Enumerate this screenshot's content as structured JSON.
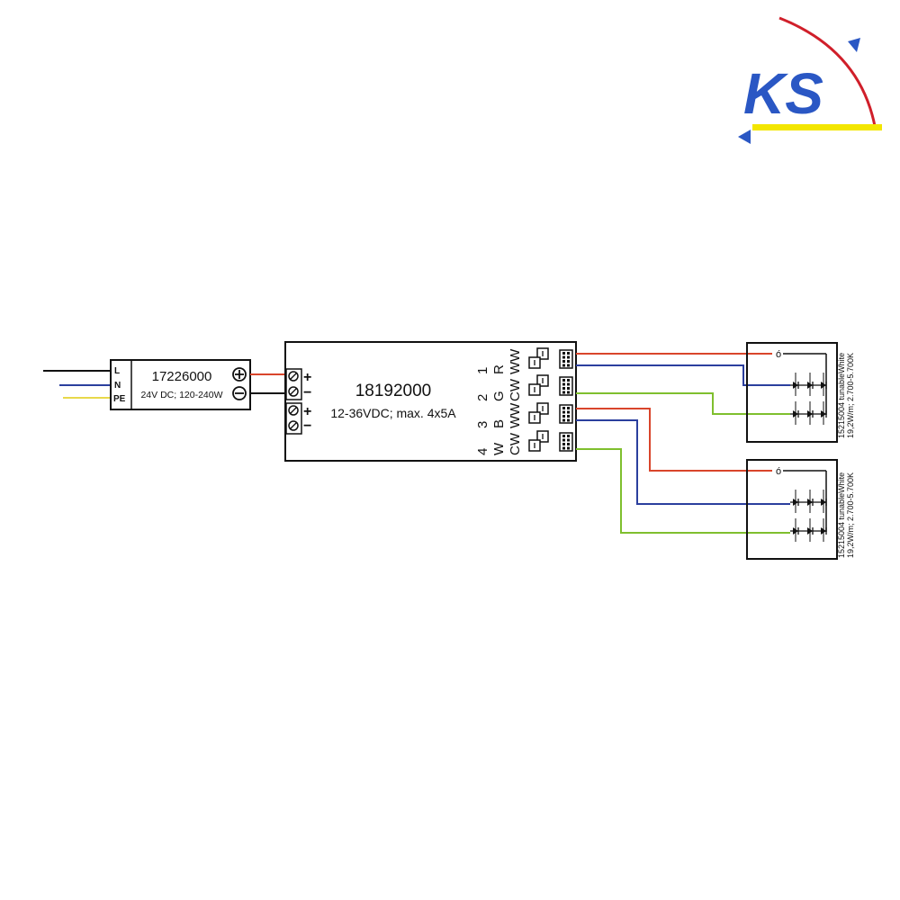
{
  "logo": {
    "text": "KS",
    "colors": {
      "primary": "#2a57c4",
      "arc": "#d01f2a",
      "bar": "#f3e600"
    }
  },
  "power_supply": {
    "part_number": "17226000",
    "spec": "24V DC; 120-240W",
    "inputs": [
      "L",
      "N",
      "PE"
    ],
    "outputs": [
      "+",
      "−"
    ]
  },
  "controller": {
    "part_number": "18192000",
    "spec": "12-36VDC; max. 4x5A",
    "terminal_signs": [
      "+",
      "−",
      "+",
      "−"
    ],
    "channels": [
      {
        "num": "1",
        "rgb": "R",
        "cct": "WW",
        "extra": ""
      },
      {
        "num": "2",
        "rgb": "G",
        "cct": "CW",
        "extra": ""
      },
      {
        "num": "3",
        "rgb": "B",
        "cct": "WW",
        "extra": ""
      },
      {
        "num": "4",
        "rgb": "W",
        "cct": "CW",
        "extra": ""
      }
    ]
  },
  "strips": [
    {
      "line1": "15215004 tunableWhite",
      "line2": "19,2W/m; 2.700-5.700K"
    },
    {
      "line1": "15215004 tunableWhite",
      "line2": "19,2W/m; 2.700-5.700K"
    }
  ],
  "wire_colors": {
    "L": "#111111",
    "N": "#2b3f9e",
    "PE": "#e8d84a",
    "plus": "#d9452b",
    "minus": "#111111",
    "ch1": "#d9452b",
    "ch2": "#2b3f9e",
    "ch3": "#7fbf2e",
    "ch4": "#7fbf2e",
    "ch3_b": "#d9452b",
    "ch3_c": "#2b3f9e"
  }
}
